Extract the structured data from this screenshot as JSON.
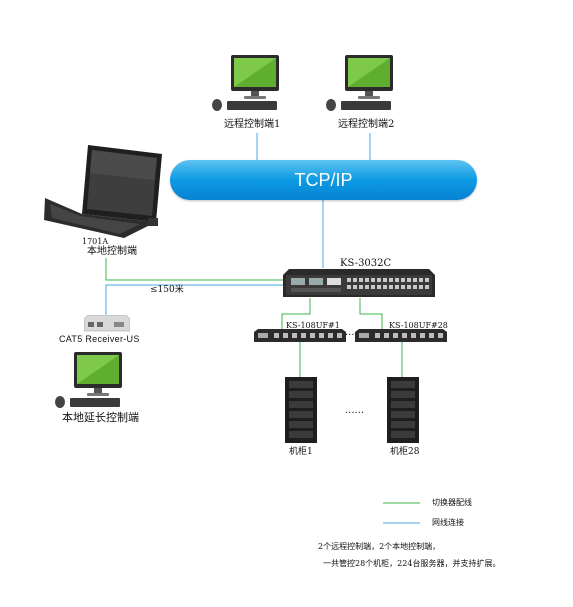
{
  "network": {
    "label": "TCP/IP"
  },
  "remote_consoles": [
    {
      "label": "远程控制端1"
    },
    {
      "label": "远程控制端2"
    }
  ],
  "local_console": {
    "model": "1701A",
    "label": "本地控制端"
  },
  "kvm_switch": {
    "model": "KS-3032C"
  },
  "cable_distance": {
    "label": "≤150米"
  },
  "receiver": {
    "model": "CAT5 Receiver-US"
  },
  "extended_console": {
    "label": "本地延长控制端"
  },
  "sub_switches": [
    {
      "model": "KS-108UF#1"
    },
    {
      "model": "KS-108UF#28"
    }
  ],
  "racks": [
    {
      "label": "机柜1"
    },
    {
      "label": "机柜28"
    }
  ],
  "ellipsis": "......",
  "legend": {
    "switch_cable": {
      "label": "切换器配线",
      "color": "#3cb54a"
    },
    "network_cable": {
      "label": "网线连接",
      "color": "#4aa8e0"
    }
  },
  "notes": {
    "line1": "2个远程控制端，2个本地控制端，",
    "line2": "一共管控28个机柜，224台服务器，并支持扩展。"
  }
}
